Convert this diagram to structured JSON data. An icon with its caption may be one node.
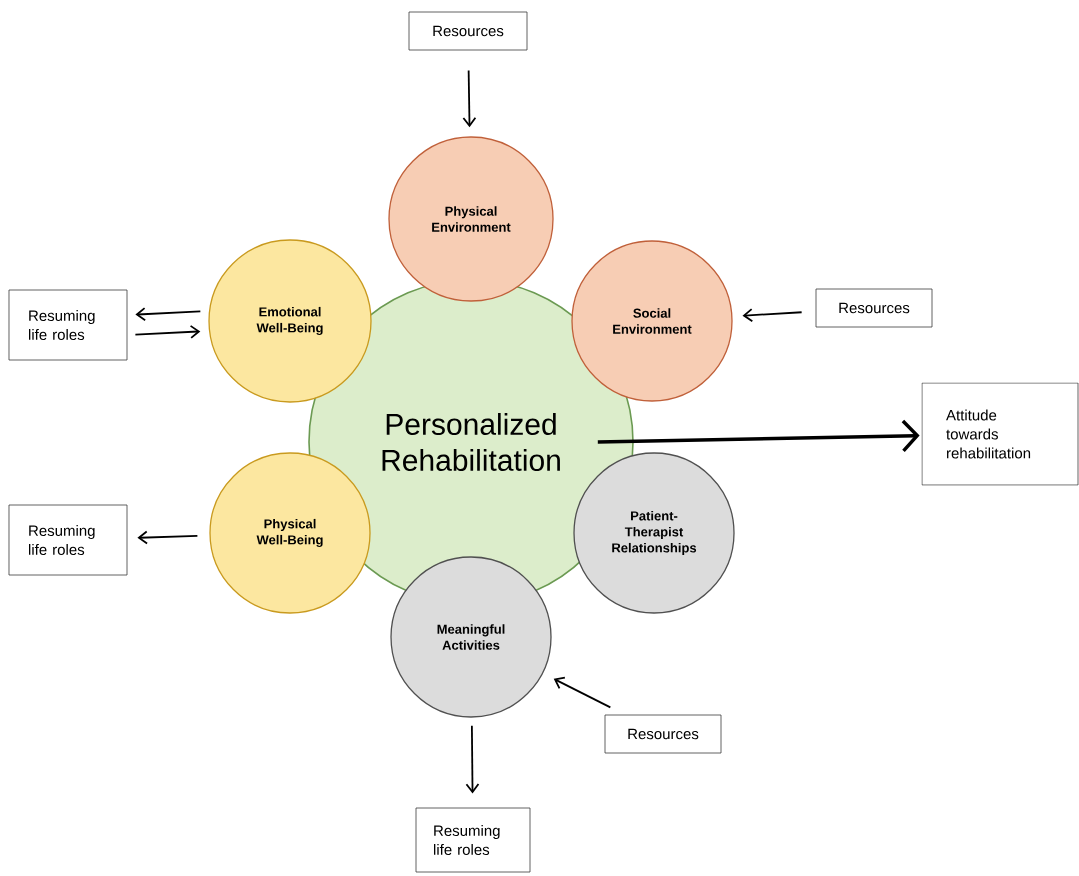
{
  "diagram": {
    "nodes": [
      {
        "text": [
          "Resources"
        ]
      },
      {
        "text": [
          "Physical Environment"
        ]
      },
      {
        "text": [
          "Emotional Well-Being"
        ]
      },
      {
        "text": [
          "Social Environment"
        ]
      },
      {
        "text": [
          "Resources"
        ]
      },
      {
        "text": [
          "Resuming life roles"
        ]
      },
      {
        "text": [
          "Personalized Rehabilitation"
        ]
      },
      {
        "text": [
          "Attitude towards rehabilitation"
        ]
      },
      {
        "text": [
          "Physical Well-Being"
        ]
      },
      {
        "text": [
          "Patient-Therapist Relationships"
        ]
      },
      {
        "text": [
          "Resuming life roles"
        ]
      },
      {
        "text": [
          "Meaningful Activities"
        ]
      },
      {
        "text": [
          "Resources"
        ]
      },
      {
        "text": [
          "Resuming life roles"
        ]
      }
    ],
    "edges": [
      {
        "from": 0,
        "to": 1,
        "arrow": "to"
      },
      {
        "from": 4,
        "to": 3,
        "arrow": "to"
      },
      {
        "from": 6,
        "to": 7,
        "arrow": "to",
        "style": "thick"
      },
      {
        "from": 12,
        "to": 11,
        "arrow": "to"
      },
      {
        "from": 11,
        "to": 13,
        "arrow": "to"
      },
      {
        "from": 8,
        "to": 10,
        "arrow": "to"
      },
      {
        "from": 2,
        "to": 5,
        "arrow": "to"
      },
      {
        "from": 5,
        "to": 2,
        "arrow": "to"
      }
    ]
  }
}
